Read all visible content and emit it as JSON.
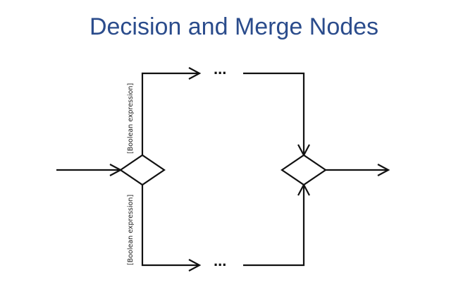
{
  "title": "Decision and Merge Nodes",
  "diagram": {
    "guard_top": "[Boolean expression]",
    "guard_bottom": "[Boolean expression]",
    "ellipsis_top": "...",
    "ellipsis_bottom": "...",
    "nodes": [
      "decision-node",
      "merge-node"
    ]
  },
  "colors": {
    "title": "#2B4C8C",
    "lines": "#111111",
    "background": "#ffffff"
  }
}
